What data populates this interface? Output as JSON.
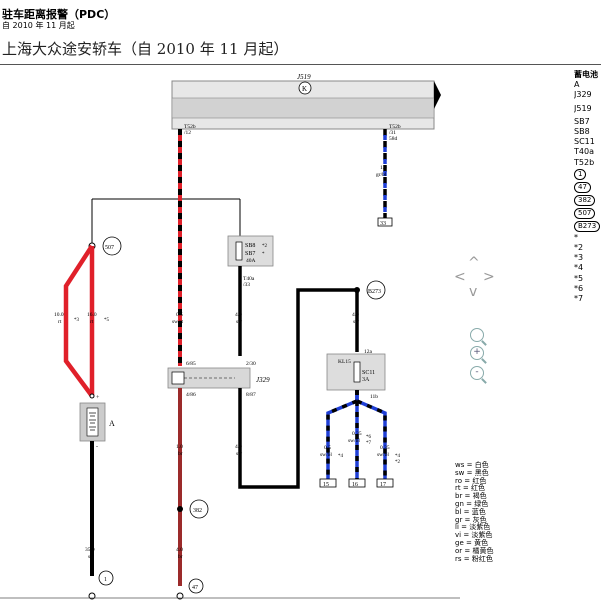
{
  "header": {
    "title": "驻车距离报警（PDC）",
    "date": "自 2010 年 11 月起",
    "subtitle": "上海大众途安轿车（自 2010 年 11 月起）"
  },
  "diagram": {
    "main_unit": "J519",
    "unit_icon": "K",
    "t52b_left_pin": "T52b",
    "t52b_left_num": "/12",
    "t52b_right_pin": "T52b",
    "t52b_right_num": "/31",
    "t52b_right_sub": "58d",
    "wire_right_top_size": "1.0",
    "wire_right_top_color": "gr/bl",
    "conn_33": "33",
    "fuse_sb8": "SB8",
    "fuse_sb7": "SB7",
    "fuse_note_2": "*2",
    "fuse_note": "*",
    "fuse_amp": "40A",
    "t40a_label": "T40a",
    "t40a_num": "/33",
    "node_507": "507",
    "node_b273": "B273",
    "node_382": "382",
    "node_1": "1",
    "node_47": "47",
    "w_left_a_size": "10.0",
    "w_left_a_color": "rt",
    "w_left_a_note": "*3",
    "w_left_b_size": "16.0",
    "w_left_b_color": "rt",
    "w_left_b_note": "*5",
    "w_mid_size": "0.5",
    "w_mid_color": "sw/rt",
    "w_mid2_size": "4.0",
    "w_mid2_color": "sw",
    "w_right_size": "4.0",
    "w_right_color": "sw",
    "relay_pin_685": "6/85",
    "relay_pin_486": "4/86",
    "relay_pin_230": "2/30",
    "relay_pin_887": "8/87",
    "relay_name": "J329",
    "battery_label": "A",
    "w_bat_size": "35.0",
    "w_bat_color": "sw",
    "w_br_size": "1.0",
    "w_br_color": "br",
    "w_br2_size": "4.0",
    "w_br2_color": "br",
    "w_sw_size": "4.0",
    "w_sw_color": "sw",
    "kl15": "KL15",
    "pin_12a": "12a",
    "sc11": "SC11",
    "sc_amp": "3A",
    "pin_11b": "11b",
    "w_o1_size": "0.5",
    "w_o1_color": "sw/bl",
    "w_o1_note": "*4",
    "w_o2_size": "0.35",
    "w_o2_color": "sw/bl",
    "w_o2_note": "*6",
    "w_o2_note2": "*7",
    "w_o3_size": "0.35",
    "w_o3_color": "sw/bl",
    "w_o3_note": "*4",
    "w_o3_note2": "*2",
    "conn_15": "15",
    "conn_16": "16",
    "conn_17": "17",
    "battery_plus": "+",
    "battery_minus": "-",
    "colors": {
      "wire_red": "#e0202a",
      "wire_black": "#000000",
      "wire_blue": "#1f3fd6",
      "wire_brown": "#9b2a2a"
    }
  },
  "legend": {
    "heading": "蓄电池",
    "items": [
      "A",
      "J329",
      "J519",
      "SB7",
      "SB8",
      "SC11",
      "T40a",
      "T52b"
    ],
    "circles": [
      "1",
      "47",
      "382",
      "507",
      "B273"
    ],
    "star": "*",
    "notes": [
      "*2",
      "*3",
      "*4",
      "*5",
      "*6",
      "*7"
    ]
  },
  "color_codes": [
    "ws = 白色",
    "sw = 黑色",
    "ro = 红色",
    "rt = 红色",
    "br = 褐色",
    "gn = 绿色",
    "bl = 蓝色",
    "gr = 灰色",
    "li = 淡紫色",
    "vi = 淡紫色",
    "ge = 黄色",
    "or = 橘黄色",
    "rs = 粉红色"
  ],
  "controls": {
    "up": "^",
    "down": "v",
    "left": "<",
    "right": ">",
    "zoom_fit": "",
    "zoom_in": "+",
    "zoom_out": "-"
  }
}
